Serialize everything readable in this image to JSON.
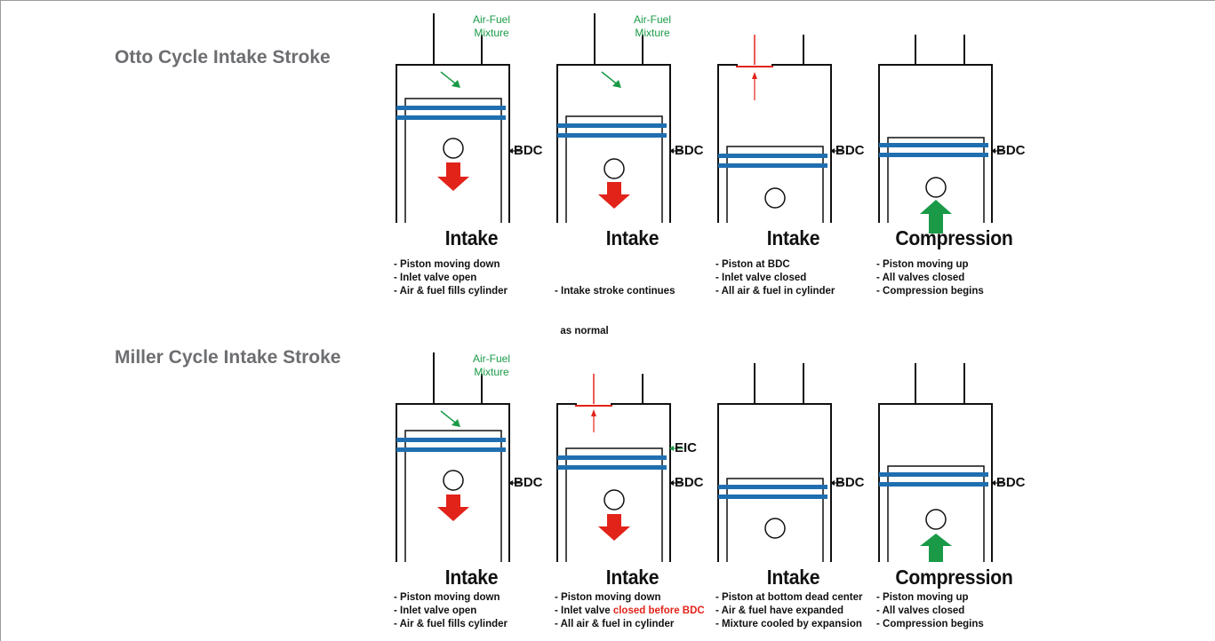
{
  "rows": [
    {
      "title": "Otto Cycle Intake Stroke",
      "panels": [
        {
          "stroke": "Intake",
          "mix": [
            "Air-Fuel",
            "Mixture"
          ],
          "dc": [
            "BDC"
          ],
          "lines": [
            "- Piston moving down",
            "- Inlet valve open",
            "- Air & fuel fills cylinder"
          ]
        },
        {
          "stroke": "Intake",
          "mix": [
            "Air-Fuel",
            "Mixture"
          ],
          "dc": [
            "BDC"
          ],
          "lines": [
            "- Intake stroke continues",
            "  as normal"
          ]
        },
        {
          "stroke": "Intake",
          "dc": [
            "BDC"
          ],
          "lines": [
            "- Piston at BDC",
            "- Inlet valve closed",
            "- All air & fuel in cylinder"
          ]
        },
        {
          "stroke": "Compression",
          "dc": [
            "BDC"
          ],
          "lines": [
            "- Piston moving up",
            "- All valves closed",
            "- Compression begins"
          ]
        }
      ]
    },
    {
      "title": "Miller Cycle Intake Stroke",
      "panels": [
        {
          "stroke": "Intake",
          "mix": [
            "Air-Fuel",
            "Mixture"
          ],
          "dc": [
            "BDC"
          ],
          "lines": [
            "- Piston moving down",
            "- Inlet valve open",
            "- Air & fuel fills cylinder"
          ]
        },
        {
          "stroke": "Intake",
          "dc": [
            "EIC",
            "BDC"
          ],
          "lines": [
            "- Piston moving down",
            "- Inlet valve ",
            "- All air & fuel in cylinder"
          ],
          "highlight": "closed before BDC"
        },
        {
          "stroke": "Intake",
          "dc": [
            "BDC"
          ],
          "lines": [
            "- Piston at bottom dead center",
            "- Air & fuel have expanded",
            "- Mixture cooled by expansion"
          ]
        },
        {
          "stroke": "Compression",
          "dc": [
            "BDC"
          ],
          "lines": [
            "- Piston moving up",
            "- All valves closed",
            "- Compression begins"
          ]
        }
      ]
    }
  ],
  "colors": {
    "ring": "#1f6fb0",
    "intake_arrow": "#e2231a",
    "compression_arrow": "#1a9a47",
    "mixture_text": "#1a9a47",
    "title_gray": "#6d6e71"
  }
}
